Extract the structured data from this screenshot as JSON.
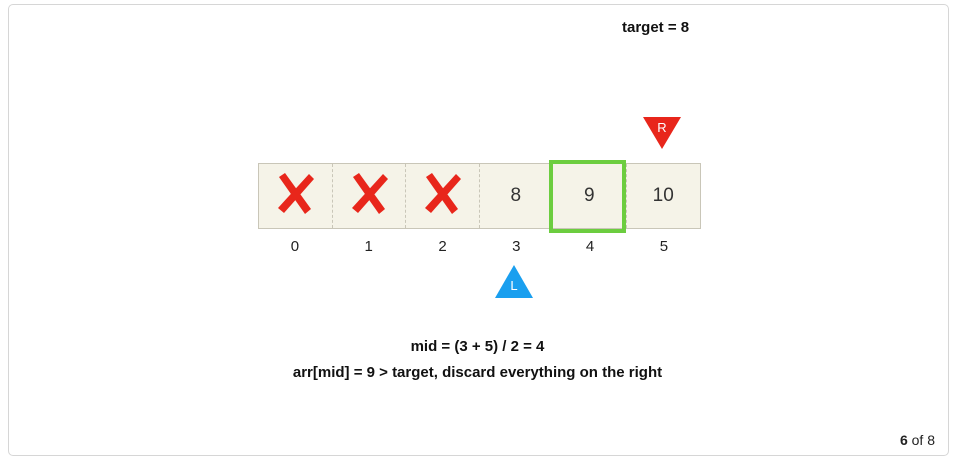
{
  "target_label": "target = 8",
  "pointers": {
    "right": {
      "letter": "R",
      "color": "#e8261b"
    },
    "left": {
      "letter": "L",
      "color": "#1a9fef"
    }
  },
  "array": {
    "cells": [
      {
        "value": "",
        "discarded": true
      },
      {
        "value": "",
        "discarded": true
      },
      {
        "value": "",
        "discarded": true
      },
      {
        "value": "8",
        "discarded": false
      },
      {
        "value": "9",
        "discarded": false
      },
      {
        "value": "10",
        "discarded": false
      }
    ],
    "indices": [
      "0",
      "1",
      "2",
      "3",
      "4",
      "5"
    ],
    "highlight_index": 4,
    "highlight_color": "#6ccd3f",
    "discard_mark": "x-cross-icon",
    "discard_color": "#e8261b"
  },
  "mid_line": "mid = (3 + 5) / 2 = 4",
  "note_line": "arr[mid] = 9 > target, discard everything on the right",
  "pager": {
    "current": "6",
    "separator": "of",
    "total": "8"
  }
}
